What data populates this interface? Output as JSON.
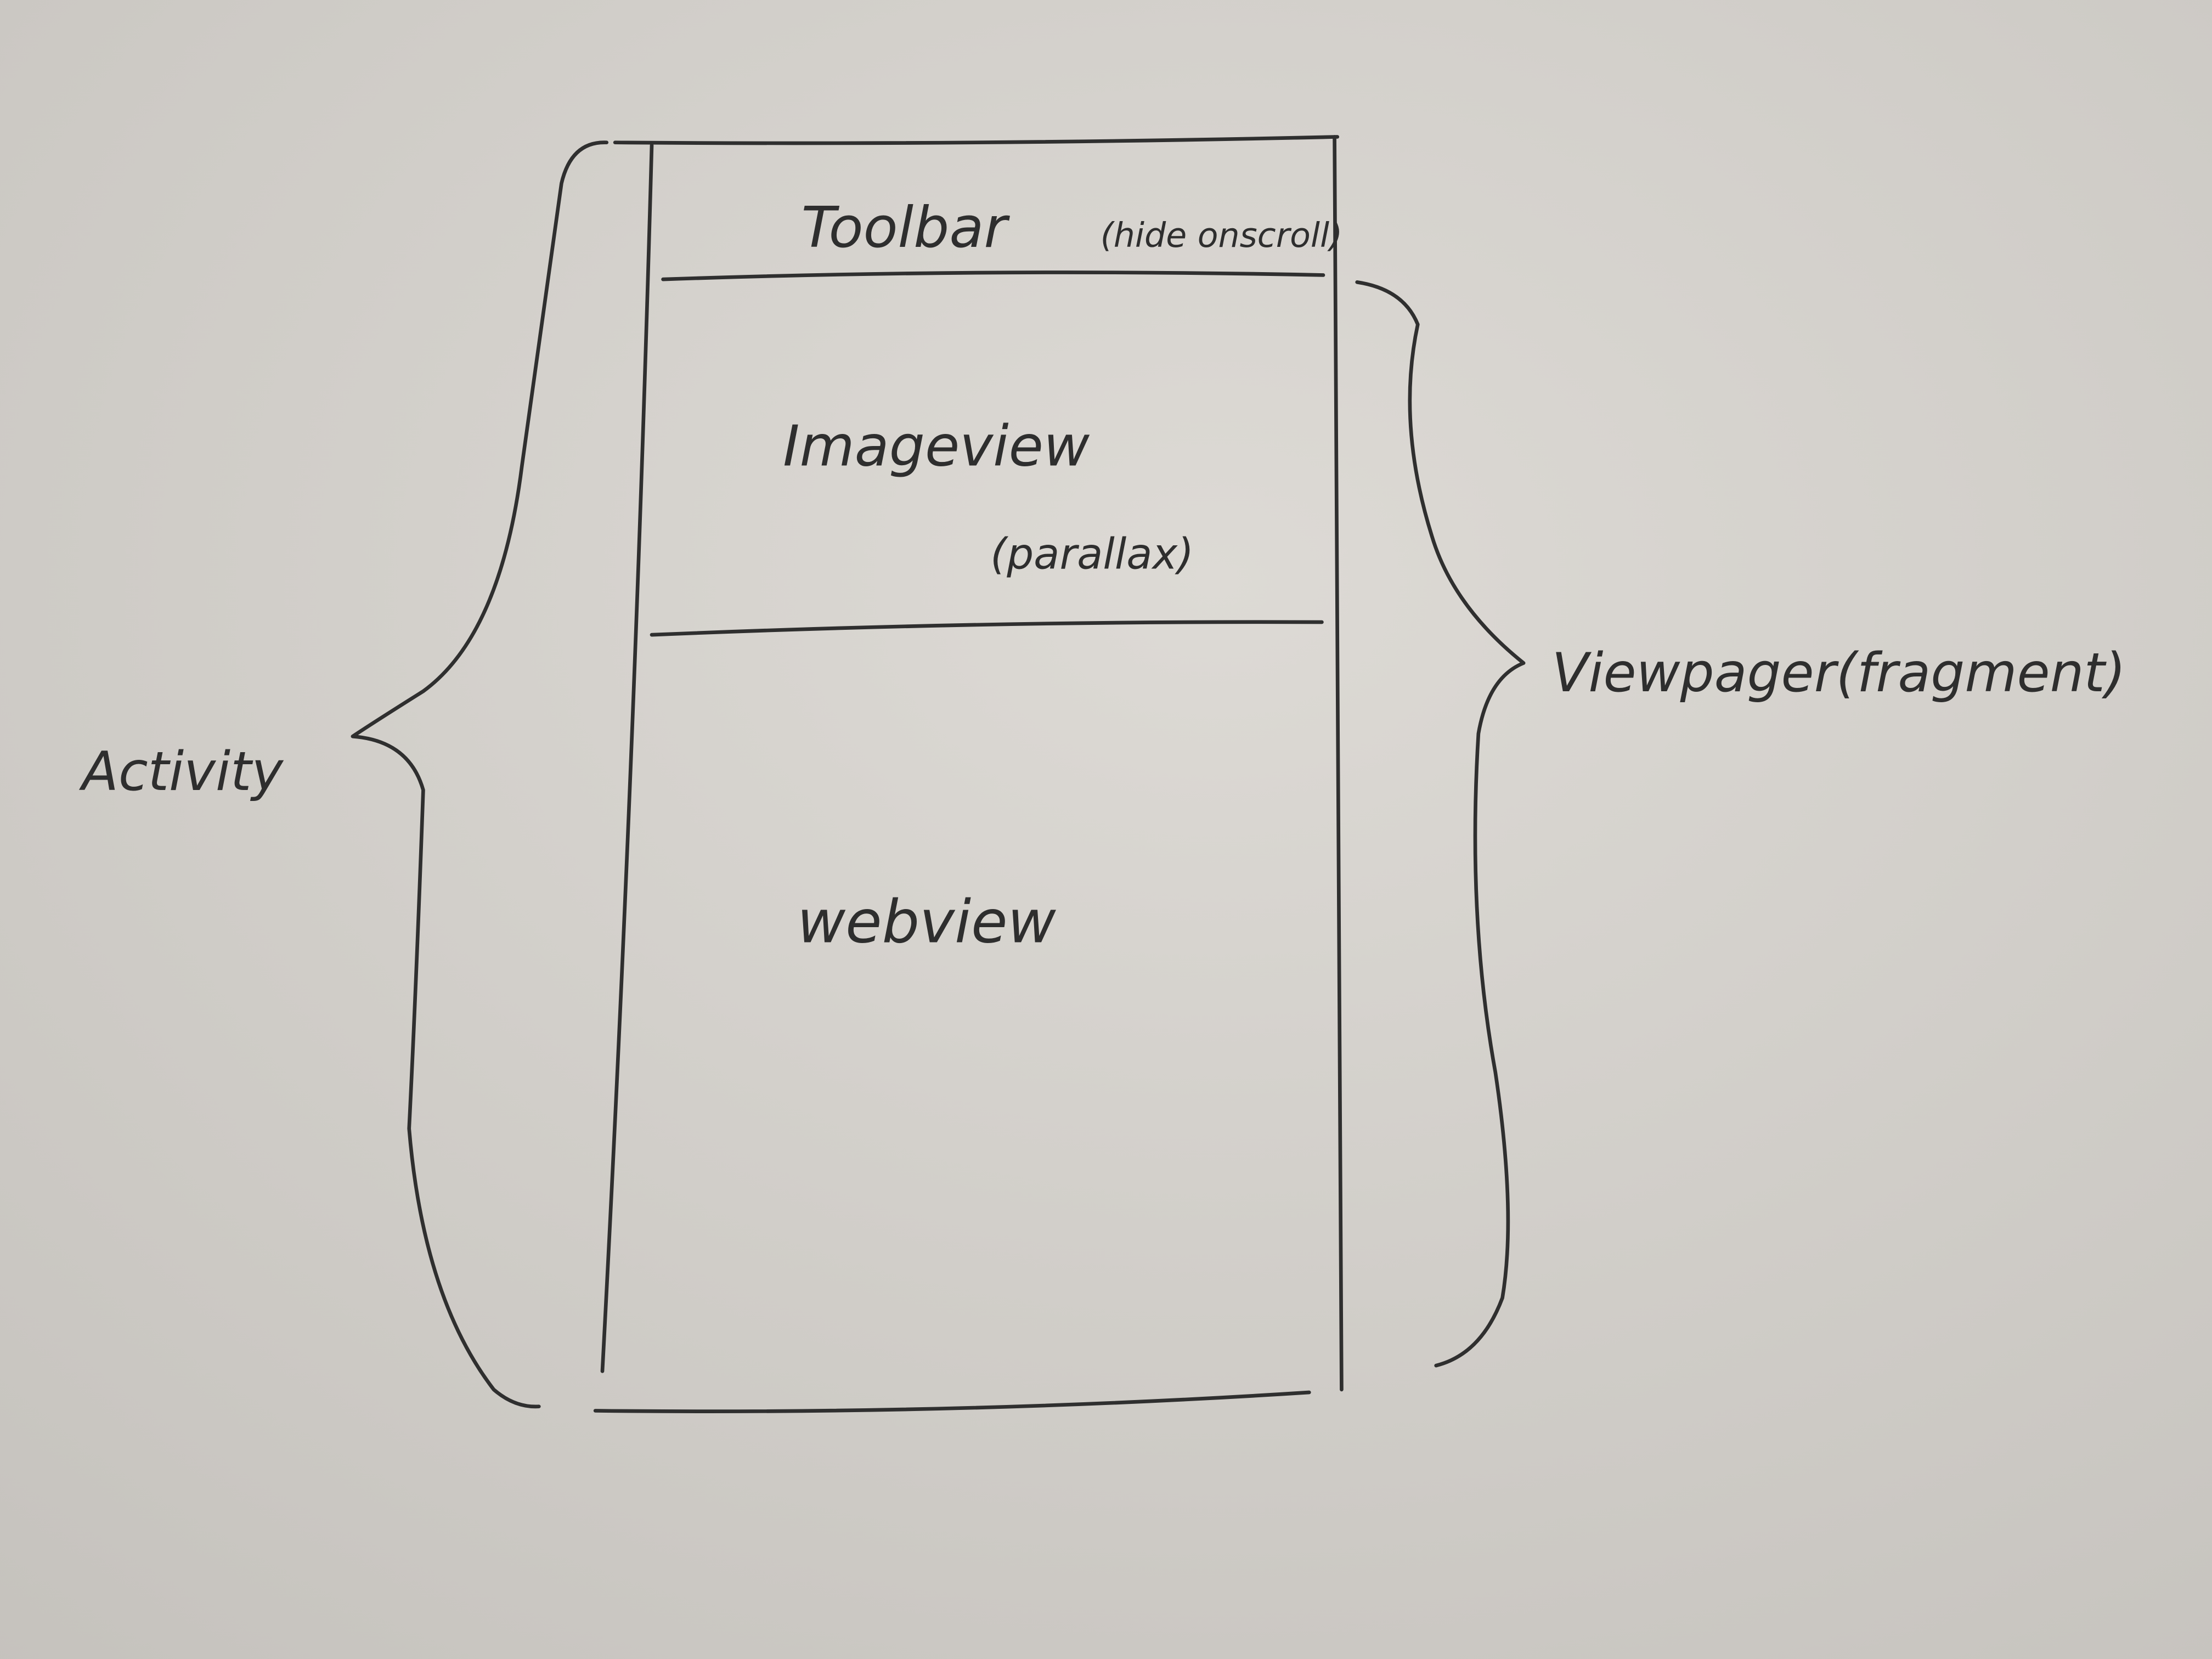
{
  "diagram": {
    "activity_label": "Activity",
    "viewpager_label": "Viewpager(fragment)",
    "toolbar": {
      "label": "Toolbar",
      "note": "(hide onscroll)"
    },
    "imageview": {
      "label": "Imageview",
      "note": "(parallax)"
    },
    "webview": {
      "label": "webview"
    },
    "colors": {
      "paper": "#d2cfca",
      "ink": "#2f2f2f"
    }
  }
}
